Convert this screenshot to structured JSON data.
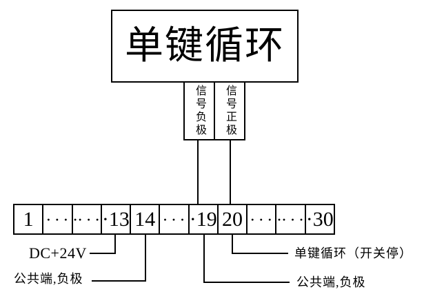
{
  "colors": {
    "line": "#000000",
    "background": "#ffffff",
    "text": "#000000"
  },
  "title_box": {
    "label": "单键循环"
  },
  "signal_boxes": [
    {
      "label": "信号负极"
    },
    {
      "label": "信号正极"
    }
  ],
  "terminal_strip": {
    "cells": [
      "1",
      "· · ·",
      "·· · ·",
      "·13",
      "14",
      "· · ·",
      "·19",
      "20",
      "· · ·",
      "·· · ·",
      "·30"
    ]
  },
  "annotations": {
    "dc_24v": {
      "label": "DC+24V"
    },
    "common_negative_left": {
      "label": "公共端,负极"
    },
    "common_negative_right": {
      "label": "公共端,负极"
    },
    "single_key_cycle": {
      "label": "单键循环（开关停）"
    }
  }
}
